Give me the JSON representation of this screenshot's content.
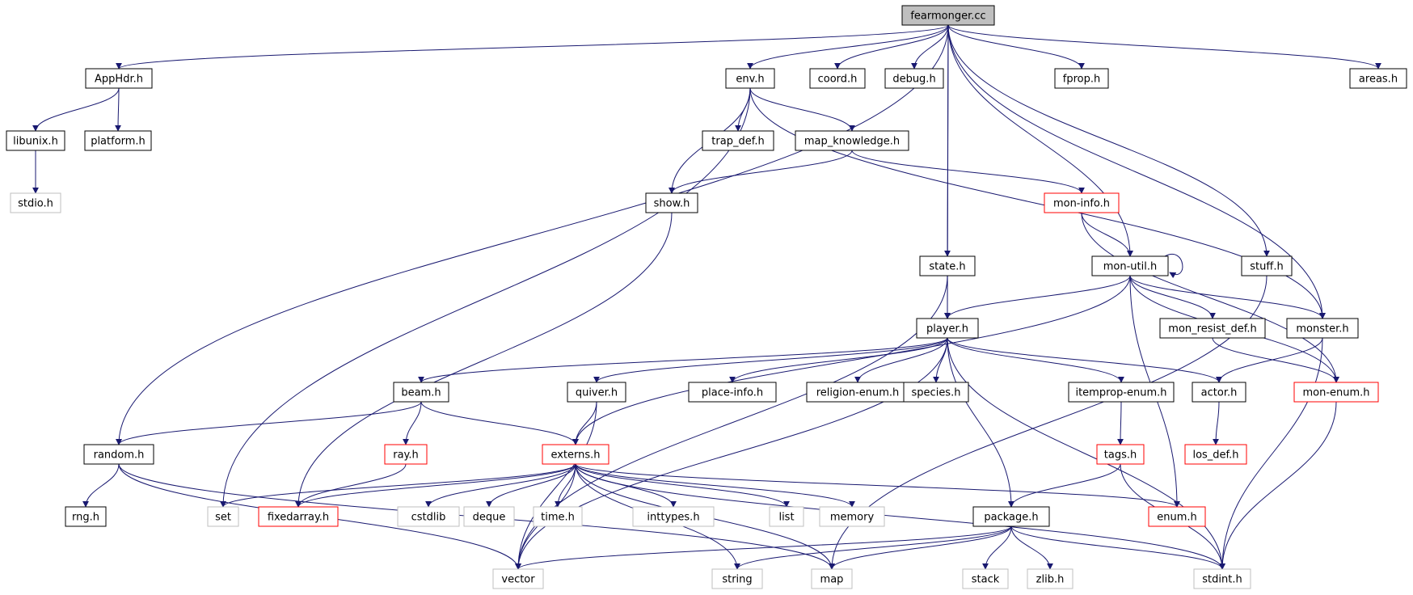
{
  "colors": {
    "edge": "#191970",
    "box_default": "#000000",
    "box_missing": "#bfbfbf",
    "box_truncated": "#ff0000",
    "root_fill": "#bfbfbf"
  },
  "nodes": [
    {
      "id": "fearmonger",
      "label": "fearmonger.cc",
      "style": "root"
    },
    {
      "id": "apphdr",
      "label": "AppHdr.h",
      "style": "default"
    },
    {
      "id": "libunix",
      "label": "libunix.h",
      "style": "default"
    },
    {
      "id": "platform",
      "label": "platform.h",
      "style": "default"
    },
    {
      "id": "stdio",
      "label": "stdio.h",
      "style": "missing"
    },
    {
      "id": "env",
      "label": "env.h",
      "style": "default"
    },
    {
      "id": "coord",
      "label": "coord.h",
      "style": "default"
    },
    {
      "id": "debug",
      "label": "debug.h",
      "style": "default"
    },
    {
      "id": "fprop",
      "label": "fprop.h",
      "style": "default"
    },
    {
      "id": "areas",
      "label": "areas.h",
      "style": "default"
    },
    {
      "id": "trapdef",
      "label": "trap_def.h",
      "style": "default"
    },
    {
      "id": "mapknow",
      "label": "map_knowledge.h",
      "style": "default"
    },
    {
      "id": "show",
      "label": "show.h",
      "style": "default"
    },
    {
      "id": "moninfo",
      "label": "mon-info.h",
      "style": "truncated"
    },
    {
      "id": "state",
      "label": "state.h",
      "style": "default"
    },
    {
      "id": "monutil",
      "label": "mon-util.h",
      "style": "default"
    },
    {
      "id": "stuff",
      "label": "stuff.h",
      "style": "default"
    },
    {
      "id": "player",
      "label": "player.h",
      "style": "default"
    },
    {
      "id": "monresist",
      "label": "mon_resist_def.h",
      "style": "default"
    },
    {
      "id": "monster",
      "label": "monster.h",
      "style": "default"
    },
    {
      "id": "beam",
      "label": "beam.h",
      "style": "default"
    },
    {
      "id": "quiver",
      "label": "quiver.h",
      "style": "default"
    },
    {
      "id": "placeinfo",
      "label": "place-info.h",
      "style": "default"
    },
    {
      "id": "religion",
      "label": "religion-enum.h",
      "style": "default"
    },
    {
      "id": "species",
      "label": "species.h",
      "style": "default"
    },
    {
      "id": "itemprop",
      "label": "itemprop-enum.h",
      "style": "default"
    },
    {
      "id": "actor",
      "label": "actor.h",
      "style": "default"
    },
    {
      "id": "monenum",
      "label": "mon-enum.h",
      "style": "truncated"
    },
    {
      "id": "random",
      "label": "random.h",
      "style": "default"
    },
    {
      "id": "ray",
      "label": "ray.h",
      "style": "truncated"
    },
    {
      "id": "externs",
      "label": "externs.h",
      "style": "truncated"
    },
    {
      "id": "tags",
      "label": "tags.h",
      "style": "truncated"
    },
    {
      "id": "losdef",
      "label": "los_def.h",
      "style": "truncated"
    },
    {
      "id": "rng",
      "label": "rng.h",
      "style": "default"
    },
    {
      "id": "set",
      "label": "set",
      "style": "missing"
    },
    {
      "id": "fixedarray",
      "label": "fixedarray.h",
      "style": "truncated"
    },
    {
      "id": "cstdlib",
      "label": "cstdlib",
      "style": "missing"
    },
    {
      "id": "deque",
      "label": "deque",
      "style": "missing"
    },
    {
      "id": "time",
      "label": "time.h",
      "style": "missing"
    },
    {
      "id": "inttypes",
      "label": "inttypes.h",
      "style": "missing"
    },
    {
      "id": "list",
      "label": "list",
      "style": "missing"
    },
    {
      "id": "memory",
      "label": "memory",
      "style": "missing"
    },
    {
      "id": "package",
      "label": "package.h",
      "style": "default"
    },
    {
      "id": "enum",
      "label": "enum.h",
      "style": "truncated"
    },
    {
      "id": "vector",
      "label": "vector",
      "style": "missing"
    },
    {
      "id": "string",
      "label": "string",
      "style": "missing"
    },
    {
      "id": "map",
      "label": "map",
      "style": "missing"
    },
    {
      "id": "stack",
      "label": "stack",
      "style": "missing"
    },
    {
      "id": "zlib",
      "label": "zlib.h",
      "style": "missing"
    },
    {
      "id": "stdint",
      "label": "stdint.h",
      "style": "missing"
    }
  ],
  "edges": [
    [
      "fearmonger",
      "apphdr"
    ],
    [
      "fearmonger",
      "env"
    ],
    [
      "fearmonger",
      "coord"
    ],
    [
      "fearmonger",
      "debug"
    ],
    [
      "fearmonger",
      "fprop"
    ],
    [
      "fearmonger",
      "areas"
    ],
    [
      "fearmonger",
      "random"
    ],
    [
      "fearmonger",
      "state"
    ],
    [
      "fearmonger",
      "player"
    ],
    [
      "fearmonger",
      "monutil"
    ],
    [
      "fearmonger",
      "stuff"
    ],
    [
      "fearmonger",
      "monster"
    ],
    [
      "apphdr",
      "libunix"
    ],
    [
      "apphdr",
      "platform"
    ],
    [
      "libunix",
      "stdio"
    ],
    [
      "env",
      "trapdef"
    ],
    [
      "env",
      "mapknow"
    ],
    [
      "env",
      "show"
    ],
    [
      "env",
      "set"
    ],
    [
      "env",
      "monster"
    ],
    [
      "mapknow",
      "show"
    ],
    [
      "mapknow",
      "moninfo"
    ],
    [
      "show",
      "fixedarray"
    ],
    [
      "moninfo",
      "monutil"
    ],
    [
      "moninfo",
      "monenum"
    ],
    [
      "state",
      "player"
    ],
    [
      "state",
      "vector"
    ],
    [
      "monutil",
      "monutil"
    ],
    [
      "monutil",
      "player"
    ],
    [
      "monutil",
      "monresist"
    ],
    [
      "monutil",
      "monster"
    ],
    [
      "monutil",
      "monenum"
    ],
    [
      "monutil",
      "enum"
    ],
    [
      "monutil",
      "externs"
    ],
    [
      "stuff",
      "map"
    ],
    [
      "player",
      "beam"
    ],
    [
      "player",
      "quiver"
    ],
    [
      "player",
      "placeinfo"
    ],
    [
      "player",
      "religion"
    ],
    [
      "player",
      "species"
    ],
    [
      "player",
      "itemprop"
    ],
    [
      "player",
      "actor"
    ],
    [
      "player",
      "package"
    ],
    [
      "player",
      "stdint"
    ],
    [
      "player",
      "vector"
    ],
    [
      "monresist",
      "monenum"
    ],
    [
      "monster",
      "actor"
    ],
    [
      "monster",
      "stdint"
    ],
    [
      "beam",
      "random"
    ],
    [
      "beam",
      "ray"
    ],
    [
      "beam",
      "externs"
    ],
    [
      "quiver",
      "externs"
    ],
    [
      "quiver",
      "vector"
    ],
    [
      "itemprop",
      "tags"
    ],
    [
      "actor",
      "losdef"
    ],
    [
      "monenum",
      "stdint"
    ],
    [
      "random",
      "rng"
    ],
    [
      "random",
      "vector"
    ],
    [
      "random",
      "map"
    ],
    [
      "ray",
      "fixedarray"
    ],
    [
      "externs",
      "set"
    ],
    [
      "externs",
      "fixedarray"
    ],
    [
      "externs",
      "cstdlib"
    ],
    [
      "externs",
      "deque"
    ],
    [
      "externs",
      "time"
    ],
    [
      "externs",
      "inttypes"
    ],
    [
      "externs",
      "list"
    ],
    [
      "externs",
      "memory"
    ],
    [
      "externs",
      "enum"
    ],
    [
      "externs",
      "stdint"
    ],
    [
      "externs",
      "vector"
    ],
    [
      "externs",
      "string"
    ],
    [
      "externs",
      "map"
    ],
    [
      "tags",
      "package"
    ],
    [
      "tags",
      "stdint"
    ],
    [
      "package",
      "vector"
    ],
    [
      "package",
      "string"
    ],
    [
      "package",
      "map"
    ],
    [
      "package",
      "stack"
    ],
    [
      "package",
      "zlib"
    ],
    [
      "package",
      "stdint"
    ]
  ]
}
